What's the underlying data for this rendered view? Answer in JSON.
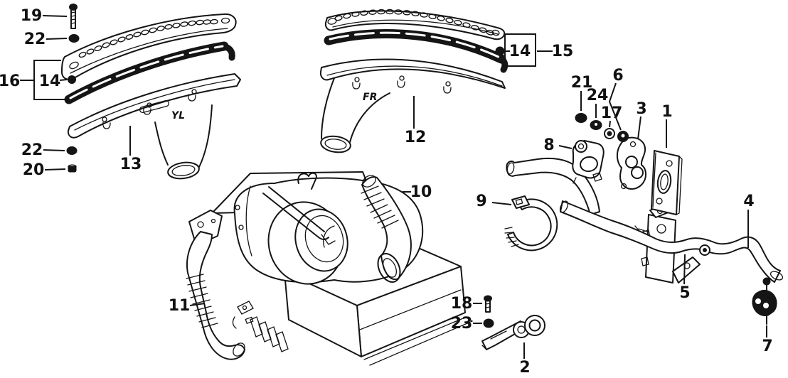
{
  "diagram": {
    "kind": "vehicle-parts-exploded-diagram",
    "subject": "heater ducts, defroster grilles, water valve and heater hoses",
    "markings": {
      "left_duct_code": "YL",
      "center_duct_code": "FR"
    },
    "callouts": {
      "n1": "1",
      "n2": "2",
      "n3": "3",
      "n4": "4",
      "n5": "5",
      "n6": "6",
      "n7": "7",
      "n8": "8",
      "n9": "9",
      "n10": "10",
      "n11": "11",
      "n12": "12",
      "n13": "13",
      "n14_left": "14",
      "n14_right": "14",
      "n15": "15",
      "n16": "16",
      "n17": "17",
      "n18": "18",
      "n19": "19",
      "n20": "20",
      "n21": "21",
      "n22_top": "22",
      "n22_bottom": "22",
      "n23": "23",
      "n24": "24"
    }
  }
}
